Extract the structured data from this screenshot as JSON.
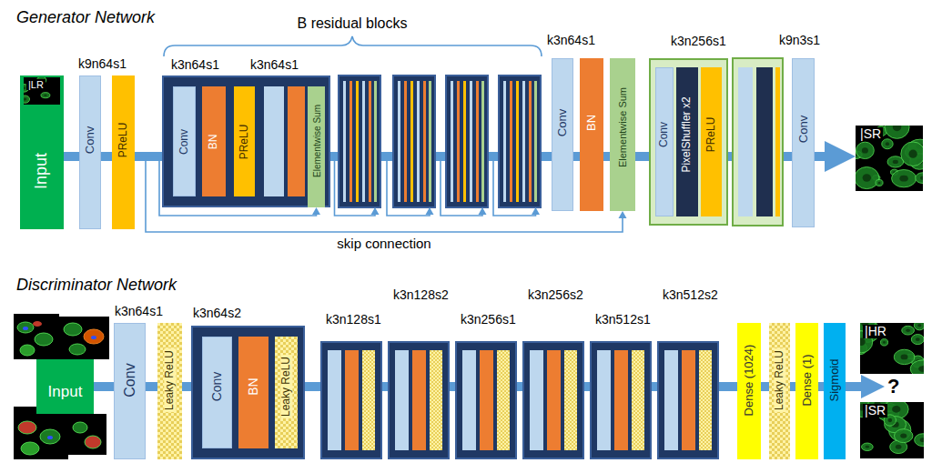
{
  "diagram": {
    "nodes": [
      {
        "text": [
          "Input"
        ]
      },
      {
        "text": [
          "|LR"
        ],
        "in": 0
      },
      {
        "text": [
          "k9n64s1",
          "Conv"
        ]
      },
      {
        "text": [
          "PReLU"
        ]
      },
      {
        "text": [
          "k3n64s1",
          "k3n64s1"
        ]
      },
      {
        "text": [
          "Conv"
        ],
        "in": 4
      },
      {
        "text": [
          "BN"
        ],
        "in": 4
      },
      {
        "text": [
          "PReLU"
        ],
        "in": 4
      },
      {
        "text": [
          "Elementwise Sum"
        ],
        "in": 4
      },
      {
        "text": [
          "k3n64s1",
          "Conv"
        ]
      },
      {
        "text": [
          "BN"
        ]
      },
      {
        "text": [
          "Elementwise Sum"
        ]
      },
      {
        "text": [
          "k3n256s1"
        ]
      },
      {
        "text": [
          "Conv"
        ],
        "in": 12
      },
      {
        "text": [
          "PixelShuffler x2"
        ],
        "in": 12
      },
      {
        "text": [
          "PReLU"
        ],
        "in": 12
      },
      {
        "text": [
          "k9n3s1",
          "Conv"
        ]
      },
      {
        "text": [
          "|SR"
        ]
      },
      {
        "text": [
          "Input"
        ]
      },
      {
        "text": [
          "k3n64s1",
          "Conv"
        ]
      },
      {
        "text": [
          "Leaky ReLU"
        ]
      },
      {
        "text": [
          "k3n64s2"
        ]
      },
      {
        "text": [
          "Conv"
        ],
        "in": 21
      },
      {
        "text": [
          "BN"
        ],
        "in": 21
      },
      {
        "text": [
          "Leaky ReLU"
        ],
        "in": 21
      },
      {
        "text": [
          "k3n128s1"
        ]
      },
      {
        "text": [
          "k3n128s2"
        ]
      },
      {
        "text": [
          "k3n256s1"
        ]
      },
      {
        "text": [
          "k3n256s2"
        ]
      },
      {
        "text": [
          "k3n512s1"
        ]
      },
      {
        "text": [
          "k3n512s2"
        ]
      },
      {
        "text": [
          "Dense (1024)"
        ]
      },
      {
        "text": [
          "Leaky ReLU"
        ]
      },
      {
        "text": [
          "Dense (1)"
        ]
      },
      {
        "text": [
          "Sigmoid"
        ]
      },
      {
        "text": [
          "|HR"
        ]
      },
      {
        "text": [
          "|SR"
        ]
      }
    ],
    "edges": [
      {
        "from": 0,
        "to": 2,
        "arrow": "none"
      },
      {
        "from": 2,
        "to": 3,
        "arrow": "none"
      },
      {
        "from": 3,
        "to": 4,
        "arrow": "none"
      },
      {
        "from": 4,
        "to": 9,
        "arrow": "none"
      },
      {
        "from": 9,
        "to": 10,
        "arrow": "none"
      },
      {
        "from": 10,
        "to": 11,
        "arrow": "none"
      },
      {
        "from": 11,
        "to": 12,
        "arrow": "none"
      },
      {
        "from": 12,
        "to": 16,
        "arrow": "none"
      },
      {
        "from": 16,
        "to": 17,
        "arrow": "to"
      },
      {
        "from": 3,
        "to": 8,
        "arrow": "to"
      },
      {
        "from": 3,
        "to": 11,
        "arrow": "to",
        "label": "skip connection"
      },
      {
        "from": 18,
        "to": 19,
        "arrow": "none"
      },
      {
        "from": 19,
        "to": 20,
        "arrow": "none"
      },
      {
        "from": 20,
        "to": 21,
        "arrow": "none"
      },
      {
        "from": 21,
        "to": 25,
        "arrow": "none"
      },
      {
        "from": 25,
        "to": 26,
        "arrow": "none"
      },
      {
        "from": 26,
        "to": 27,
        "arrow": "none"
      },
      {
        "from": 27,
        "to": 28,
        "arrow": "none"
      },
      {
        "from": 28,
        "to": 29,
        "arrow": "none"
      },
      {
        "from": 29,
        "to": 30,
        "arrow": "none"
      },
      {
        "from": 30,
        "to": 31,
        "arrow": "none"
      },
      {
        "from": 31,
        "to": 32,
        "arrow": "none"
      },
      {
        "from": 32,
        "to": 33,
        "arrow": "none"
      },
      {
        "from": 33,
        "to": 34,
        "arrow": "none"
      }
    ],
    "labels": [
      "Generator Network",
      "B residual blocks",
      "Discriminator Network",
      "?"
    ]
  }
}
